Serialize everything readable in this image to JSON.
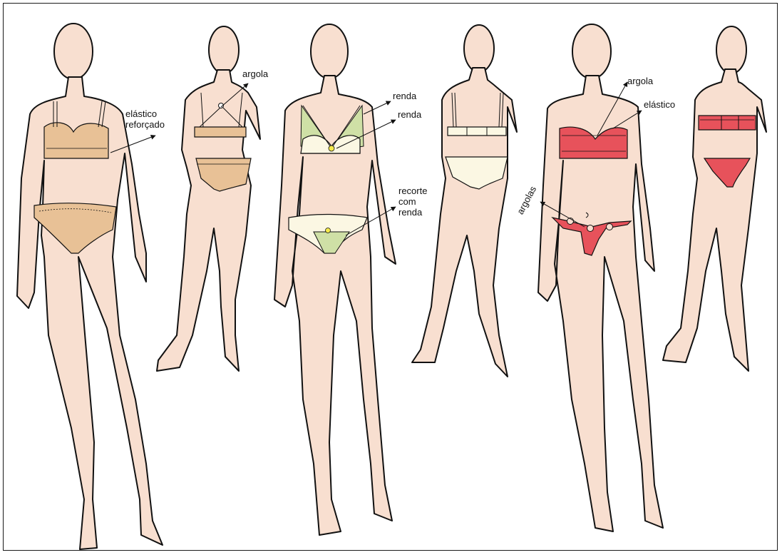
{
  "colors": {
    "skin": "#f8dfd0",
    "outline": "#111111",
    "set1": "#e8c196",
    "set2_base": "#fbf7e3",
    "set2_lace": "#cfe0a6",
    "set2_accent": "#f4e94c",
    "set3": "#e7525b"
  },
  "figures": [
    {
      "id": "figure-1-front",
      "set": "nude",
      "view": "front"
    },
    {
      "id": "figure-2-back",
      "set": "nude",
      "view": "back"
    },
    {
      "id": "figure-3-front",
      "set": "cream-lace",
      "view": "front"
    },
    {
      "id": "figure-4-back",
      "set": "cream-lace",
      "view": "back"
    },
    {
      "id": "figure-5-front",
      "set": "red",
      "view": "front"
    },
    {
      "id": "figure-6-back",
      "set": "red",
      "view": "back"
    }
  ],
  "labels": {
    "elastico_reforcado": "elástico\nreforçado",
    "argola_1": "argola",
    "renda_1": "renda",
    "renda_2": "renda",
    "recorte_com_renda": "recorte\ncom\nrenda",
    "argola_2": "argola",
    "elastico": "elástico",
    "argolas": "argolas"
  }
}
